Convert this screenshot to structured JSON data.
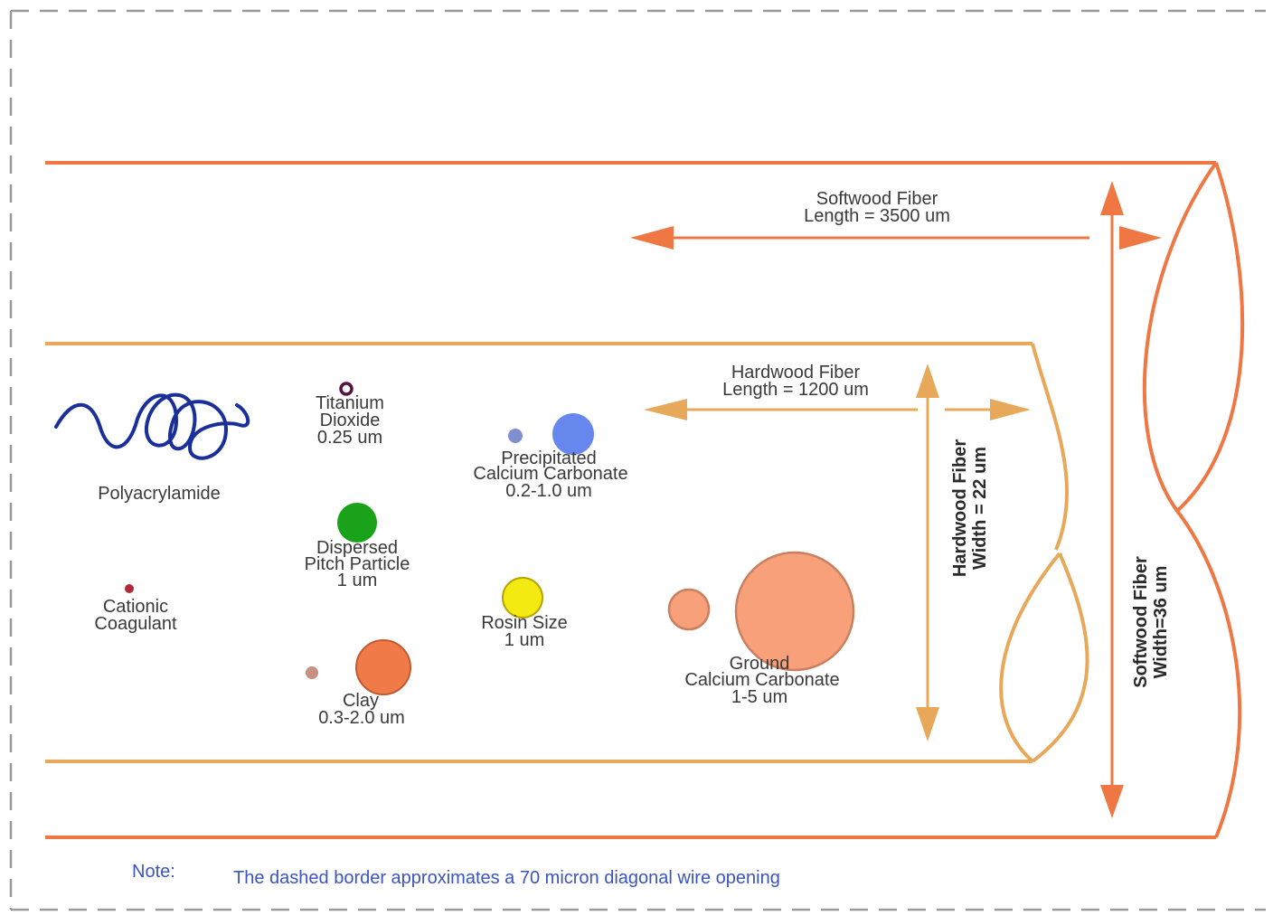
{
  "note": {
    "label": "Note:",
    "text": "The dashed border approximates a 70 micron diagonal wire opening"
  },
  "softwood_fiber": {
    "length_line1": "Softwood Fiber",
    "length_line2": "Length = 3500 um",
    "width_line1": "Softwood Fiber",
    "width_line2": "Width=36 um",
    "color": "#ee7744"
  },
  "hardwood_fiber": {
    "length_line1": "Hardwood Fiber",
    "length_line2": "Length = 1200 um",
    "width_line1": "Hardwood Fiber",
    "width_line2": "Width = 22 um",
    "color": "#e8a85a"
  },
  "particles": {
    "polyacrylamide": {
      "line1": "Polyacrylamide",
      "color": "#1a2f9a"
    },
    "titanium_dioxide": {
      "line1": "Titanium",
      "line2": "Dioxide",
      "line3": "0.25 um",
      "color": "#5a1040"
    },
    "precipitated_cc": {
      "line1": "Precipitated",
      "line2": "Calcium Carbonate",
      "line3": "0.2-1.0 um",
      "color": "#6688ee"
    },
    "dispersed_pitch": {
      "line1": "Dispersed",
      "line2": "Pitch Particle",
      "line3": "1 um",
      "color": "#1aa31a"
    },
    "cationic_coagulant": {
      "line1": "Cationic",
      "line2": "Coagulant",
      "color": "#b02a3a"
    },
    "rosin_size": {
      "line1": "Rosin Size",
      "line2": "1 um",
      "color": "#f2ea10"
    },
    "clay": {
      "line1": "Clay",
      "line2": "0.3-2.0 um",
      "color": "#f07a48"
    },
    "ground_cc": {
      "line1": "Ground",
      "line2": "Calcium Carbonate",
      "line3": "1-5 um",
      "color": "#f8a07a"
    }
  }
}
